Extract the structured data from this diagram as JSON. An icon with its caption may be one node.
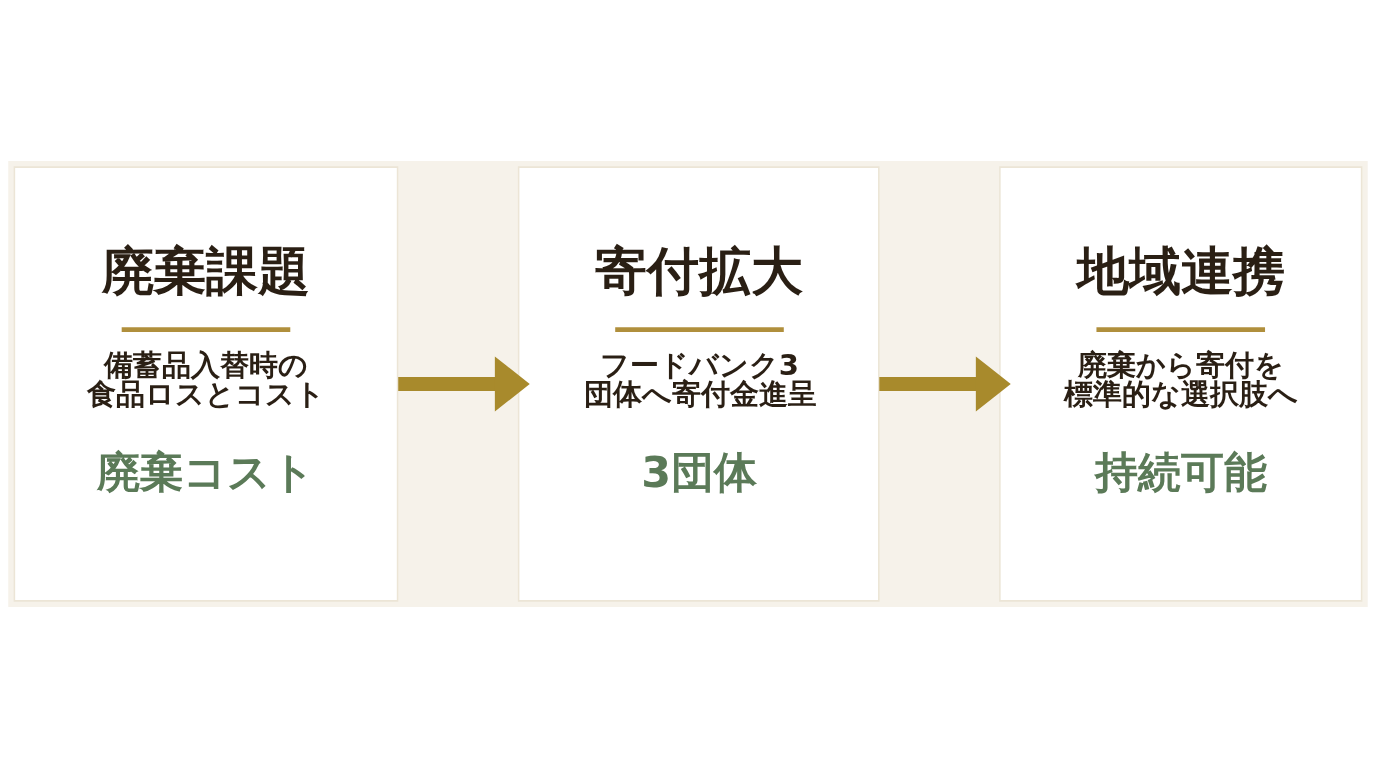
{
  "diagram": {
    "nodes": [
      {
        "text": [
          "廃棄課題",
          "備蓄品入替時の食品ロスとコスト",
          "廃棄コスト"
        ]
      },
      {
        "text": [
          "寄付拡大",
          "フードバンク3団体へ寄付金進呈",
          "3団体"
        ]
      },
      {
        "text": [
          "地域連携",
          "廃棄から寄付を標準的な選択肢へ",
          "持続可能"
        ]
      }
    ],
    "edges": [
      {
        "from": 0,
        "to": 1,
        "arrow": "to"
      },
      {
        "from": 1,
        "to": 2,
        "arrow": "to"
      }
    ]
  }
}
